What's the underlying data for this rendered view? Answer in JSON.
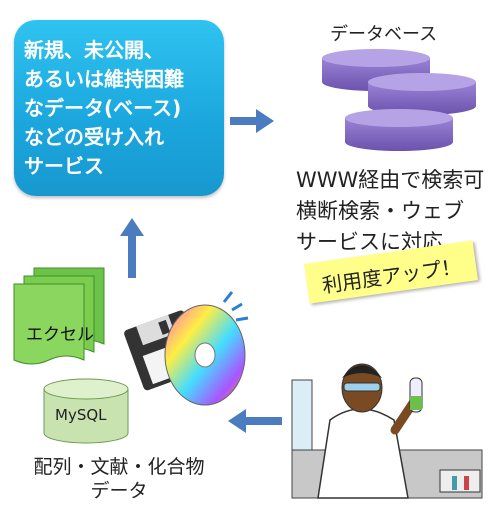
{
  "service_box": {
    "lines": [
      "新規、未公開、",
      "あるいは維持困難",
      "なデータ(ベース)",
      "などの受け入れ",
      "サービス"
    ]
  },
  "database": {
    "title": "データベース"
  },
  "features": {
    "lines": [
      "WWW経由で検索可",
      "横断検索・ウェブ",
      "サービスに対応"
    ]
  },
  "sticky_note": {
    "text": "利用度アップ！"
  },
  "source": {
    "excel_label": "エクセル",
    "mysql_label": "MySQL",
    "caption_lines": [
      "配列・文献・化合物",
      "データ"
    ]
  },
  "colors": {
    "box": "#1aa6dd",
    "arrow": "#4a7cbf",
    "db": "#8c73c9",
    "note": "#ffff8a",
    "doc": "#7ccc50"
  }
}
